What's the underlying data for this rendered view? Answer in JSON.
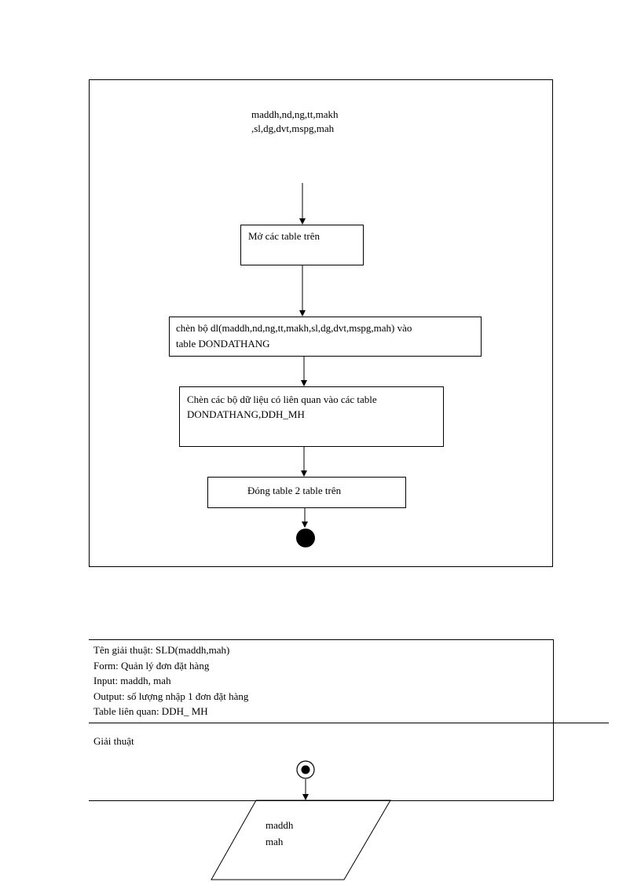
{
  "flow1": {
    "input_line1": "maddh,nd,ng,tt,makh",
    "input_line2": ",sl,dg,dvt,mspg,mah",
    "step1": "Mở các table  trên",
    "step2_line1": "chèn bộ dl(maddh,nd,ng,tt,makh,sl,dg,dvt,mspg,mah)     vào",
    "step2_line2": "table   DONDATHANG",
    "step3_line1": "Chèn các bộ dữ liệu  có liên  quan vào các table",
    "step3_line2": "DONDATHANG,DDH_MH",
    "step4": "Đóng table  2 table  trên"
  },
  "algo2": {
    "name": "Tên giải  thuật:  SLD(maddh,mah)",
    "form": "Form:  Quản lý đơn đặt hàng",
    "input": "Input:  maddh,  mah",
    "output": "Output:  số lượng  nhập  1 đơn đặt hàng",
    "tables": "Table liên  quan:  DDH_  MH",
    "section_label": "Giải  thuật",
    "param_line1": "maddh",
    "param_line2": "mah"
  }
}
